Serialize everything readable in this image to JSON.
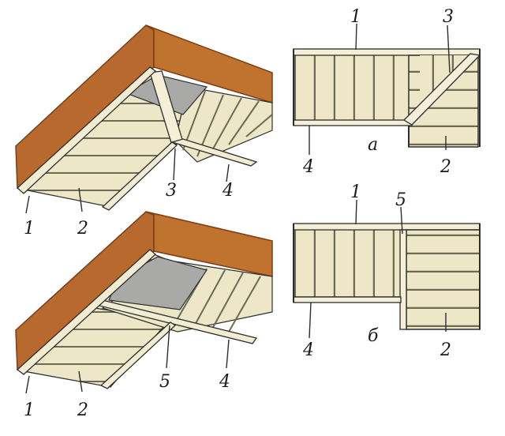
{
  "panels": {
    "top_perspective": {
      "labels": {
        "l1": "1",
        "l2": "2",
        "l3": "3",
        "l4": "4"
      }
    },
    "top_plan": {
      "labels": {
        "l1": "1",
        "l2": "2",
        "l3": "3",
        "l4": "4",
        "caption": "а"
      }
    },
    "bottom_perspective": {
      "labels": {
        "l1": "1",
        "l2": "2",
        "l5": "5",
        "l4": "4"
      }
    },
    "bottom_plan": {
      "labels": {
        "l1": "1",
        "l2": "2",
        "l5": "5",
        "l4": "4",
        "caption": "б"
      }
    }
  },
  "colors": {
    "beam": "#b86a2e",
    "beam_dark": "#8a4a1c",
    "board": "#ede7c8",
    "board_line": "#6b6a55",
    "metal": "#a9aaa8",
    "outline": "#2d2d2d"
  }
}
